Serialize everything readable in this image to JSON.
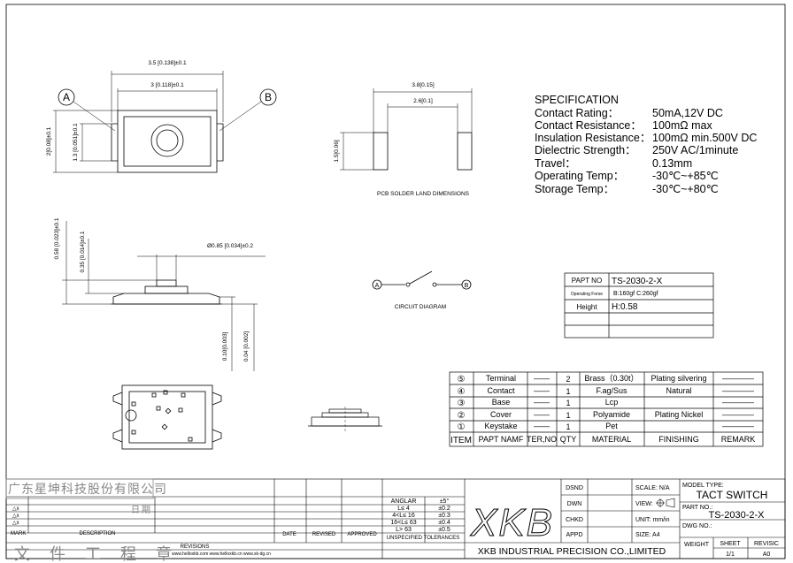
{
  "spec": {
    "title": "SPECIFICATION",
    "rows": [
      {
        "label": "Contact  Rating：",
        "value": "50mA,12V DC"
      },
      {
        "label": "Contact  Resistance：",
        "value": "100mΩ max"
      },
      {
        "label": "Insulation Resistance：",
        "value": "100mΩ min.500V DC"
      },
      {
        "label": "Dielectric  Strength：",
        "value": "250V AC/1minute"
      },
      {
        "label": "Travel：",
        "value": "0.13mm"
      },
      {
        "label": "Operating Temp：",
        "value": "-30℃~+85℃"
      },
      {
        "label": "Storage Temp：",
        "value": "-30℃~+80℃"
      }
    ]
  },
  "dims": {
    "top_outer": "3.5 [0.138]±0.1",
    "top_inner": "3 [0.118]±0.1",
    "left_outer": "2[0.08]±0.1",
    "left_inner": "1.3 [0.051]±0.1",
    "callout_a": "A",
    "callout_b": "B",
    "pcb_outer": "3.8[0.15]",
    "pcb_inner": "2.6[0.1]",
    "pcb_height": "1.5[0.06]",
    "pcb_caption": "PCB SOLDER LAND DIMENSIONS",
    "side_h1": "0.58 [0.023]±0.1",
    "side_h2": "0.35 [0.014]±0.1",
    "side_dia": "Ø0.85 [0.034]±0.2",
    "side_b1": "0.10[0.003]",
    "side_b2": "0.04 [0.002]"
  },
  "circuit": {
    "a": "A",
    "b": "B",
    "caption": "CIRCUIT DIAGRAM"
  },
  "part_table": {
    "rows": [
      {
        "label": "PAPT NO",
        "value": "TS-2030-2-X"
      },
      {
        "label": "Operating Forse",
        "value": "B:160gf C:260gf"
      },
      {
        "label": "Height",
        "value": "H:0.58"
      },
      {
        "label": "",
        "value": ""
      },
      {
        "label": "",
        "value": ""
      }
    ]
  },
  "bom": {
    "rows": [
      {
        "item": "⑤",
        "name": "Terminal",
        "ter": "——",
        "qty": "2",
        "material": "Brass（0.30t）",
        "finishing": "Plating silvering",
        "remark": "————"
      },
      {
        "item": "④",
        "name": "Contact",
        "ter": "——",
        "qty": "1",
        "material": "F.ag/Sus",
        "finishing": "Natural",
        "remark": "————"
      },
      {
        "item": "③",
        "name": "Base",
        "ter": "——",
        "qty": "1",
        "material": "Lcp",
        "finishing": "",
        "remark": "————"
      },
      {
        "item": "②",
        "name": "Cover",
        "ter": "——",
        "qty": "1",
        "material": "Polyamide",
        "finishing": "Plating Nickel",
        "remark": "————"
      },
      {
        "item": "①",
        "name": "Keystake",
        "ter": "——",
        "qty": "1",
        "material": "Pet",
        "finishing": "",
        "remark": "————"
      }
    ],
    "header": {
      "item": "ITEM",
      "name": "PAPT NAMF",
      "ter": "TER,NO",
      "qty": "QTY",
      "material": "MATERIAL",
      "finishing": "FINISHING",
      "remark": "REMARK"
    }
  },
  "title_block": {
    "stamp_company": "广东星坤科技股份有限公司",
    "stamp_doc": "文件工程章",
    "stamp_date": "日期",
    "rev_marks": [
      "△x",
      "△x",
      "△x"
    ],
    "mark": "MARK",
    "description": "DESCRIPTION",
    "date": "DATE",
    "revised": "REVISED",
    "approved": "APPROVED",
    "revisions": "REVISIONS",
    "websites": "www.helloxkb.com  www.helloxkb.cn  www.xk-dg.cn",
    "tol_header": "ANGLAR",
    "tol_header_val": "±5°",
    "tol_rows": [
      {
        "range": "L≤  4",
        "val": "±0.2"
      },
      {
        "range": "4<L≤  16",
        "val": "±0.3"
      },
      {
        "range": "16<L≤  63",
        "val": "±0.4"
      },
      {
        "range": "L>  63",
        "val": "±0.5"
      }
    ],
    "tol_caption": "UNSPECIFIED TOLERANCES",
    "logo": "XKB",
    "company": "XKB INDUSTRIAL PRECISION CO.,LIMITED",
    "dsnd": "DSND",
    "dwn": "DWN",
    "chkd": "CHKD",
    "appd": "APPD",
    "scale": "SCALE: N/A",
    "view": "VIEW:",
    "unit": "UNIT: mm/in",
    "size": "SIZE: A4",
    "model_label": "MODEL TYPE:",
    "model_value": "TACT SWITCH",
    "partno_label": "PART NO.:",
    "partno_value": "TS-2030-2-X",
    "dwgno_label": "DWG NO.:",
    "weight": "WEIGHT",
    "sheet": "SHEET",
    "sheet_val": "1/1",
    "revisic": "REVISIC",
    "revisic_val": "A0"
  }
}
